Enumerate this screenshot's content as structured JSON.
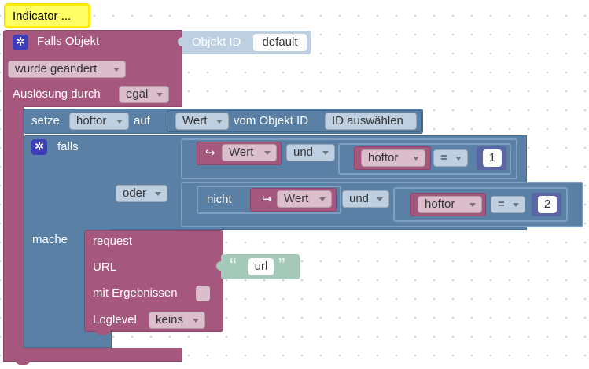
{
  "comment_block": {
    "label": "Indicator ..."
  },
  "trigger": {
    "title": "Falls Objekt",
    "object_label": "Objekt ID",
    "object_value": "default",
    "event": "wurde geändert",
    "trigger_label": "Auslösung durch",
    "trigger_value": "egal"
  },
  "set_block": {
    "label": "setze",
    "variable": "hoftor",
    "to_label": "auf",
    "property": "Wert",
    "from_label": "vom Objekt ID",
    "id_value": "ID auswählen"
  },
  "if_block": {
    "label": "falls",
    "condition1": {
      "arrow": "↪",
      "prop": "Wert",
      "logic": "und",
      "variable": "hoftor",
      "operator": "=",
      "value": "1"
    },
    "or_label": "oder",
    "condition2": {
      "not_label": "nicht",
      "arrow": "↪",
      "prop": "Wert",
      "logic": "und",
      "variable": "hoftor",
      "operator": "=",
      "value": "2"
    },
    "do_label": "mache"
  },
  "request_block": {
    "title": "request",
    "url_label": "URL",
    "url_open_quote": "“",
    "url_value": "url",
    "url_close_quote": "”",
    "results_label": "mit Ergebnissen",
    "loglevel_label": "Loglevel",
    "loglevel_value": "keins"
  },
  "colors": {
    "pink": "#a5577d",
    "blue": "#5b80a5",
    "light_blue": "#bdcfe0",
    "green": "#a5c9b9",
    "comment_yellow": "#ffff66",
    "gear": "#3e3eb8"
  },
  "icons": {
    "gear": "gear-icon"
  }
}
